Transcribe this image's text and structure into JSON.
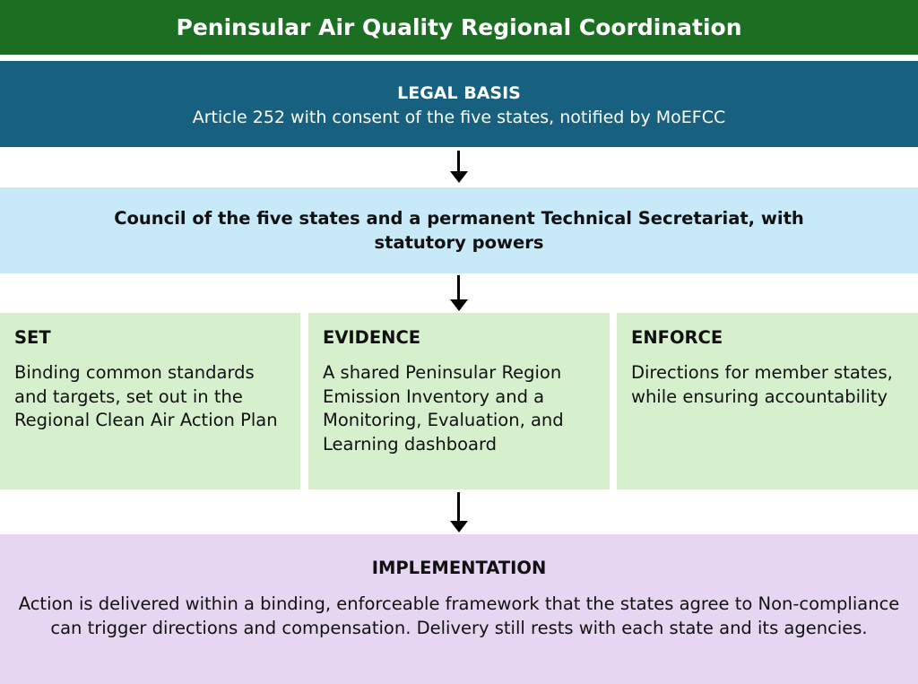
{
  "title": "Peninsular Air Quality Regional Coordination",
  "legal_basis": {
    "heading": "LEGAL BASIS",
    "text": "Article 252 with consent of the five states, notified by MoEFCC"
  },
  "council": {
    "text": "Council of the five states and a permanent Technical Secretariat, with statutory powers"
  },
  "pillars": [
    {
      "heading": "SET",
      "text": "Binding common standards and targets, set out in the Regional Clean Air Action Plan"
    },
    {
      "heading": "EVIDENCE",
      "text": "A shared Peninsular Region Emission Inventory and a Monitoring, Evaluation, and Learning dashboard"
    },
    {
      "heading": "ENFORCE",
      "text": "Directions for member states, while ensuring accountability"
    }
  ],
  "implementation": {
    "heading": "IMPLEMENTATION",
    "text": "Action is delivered within a binding, enforceable framework that the states agree to Non-compliance can trigger directions and compensation. Delivery still rests with each state and its agencies."
  },
  "colors": {
    "title_bg": "#1c6e22",
    "legal_bg": "#17607f",
    "council_bg": "#c8e9f8",
    "pillar_bg": "#d6f0cd",
    "impl_bg": "#e6d6f1"
  }
}
